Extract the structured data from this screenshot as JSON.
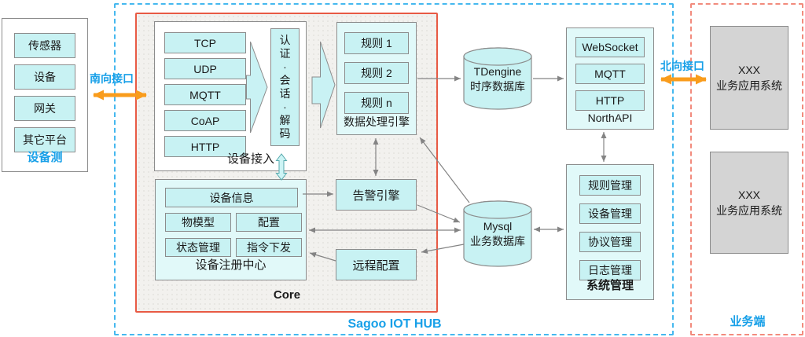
{
  "device_side": {
    "items": [
      "传感器",
      "设备",
      "网关",
      "其它平台"
    ],
    "label": "设备测"
  },
  "interfaces": {
    "south": "南向接口",
    "north": "北向接口"
  },
  "hub": {
    "label": "Sagoo IOT HUB",
    "core_label": "Core"
  },
  "device_access": {
    "protocols": [
      "TCP",
      "UDP",
      "MQTT",
      "CoAP",
      "HTTP"
    ],
    "auth_chars": [
      "认",
      "证",
      "·",
      "会",
      "话",
      "·",
      "解",
      "码"
    ],
    "label": "设备接入"
  },
  "device_registry": {
    "info": "设备信息",
    "cells": [
      "物模型",
      "配置",
      "状态管理",
      "指令下发"
    ],
    "label": "设备注册中心"
  },
  "data_engine": {
    "rules": [
      "规则 1",
      "规则 2",
      "规则 n"
    ],
    "label": "数据处理引擎"
  },
  "alarm_engine": {
    "label": "告警引擎"
  },
  "remote_config": {
    "label": "远程配置"
  },
  "tdengine": {
    "line1": "TDengine",
    "line2": "时序数据库"
  },
  "mysql": {
    "line1": "Mysql",
    "line2": "业务数据库"
  },
  "north_api": {
    "items": [
      "WebSocket",
      "MQTT",
      "HTTP"
    ],
    "label": "NorthAPI"
  },
  "system_mgmt": {
    "items": [
      "规则管理",
      "设备管理",
      "协议管理",
      "日志管理"
    ],
    "label": "系统管理"
  },
  "business_side": {
    "systems": [
      {
        "line1": "XXX",
        "line2": "业务应用系统"
      },
      {
        "line1": "XXX",
        "line2": "业务应用系统"
      }
    ],
    "label": "业务端"
  },
  "colors": {
    "accent_blue": "#18a0e8",
    "orange": "#f99c1c",
    "core_border": "#e85a44",
    "hub_dash": "#45b8ef",
    "business_dash": "#f28b7d",
    "box_cyan": "#c8f2f3",
    "panel_cyan": "#e1f9f9"
  }
}
